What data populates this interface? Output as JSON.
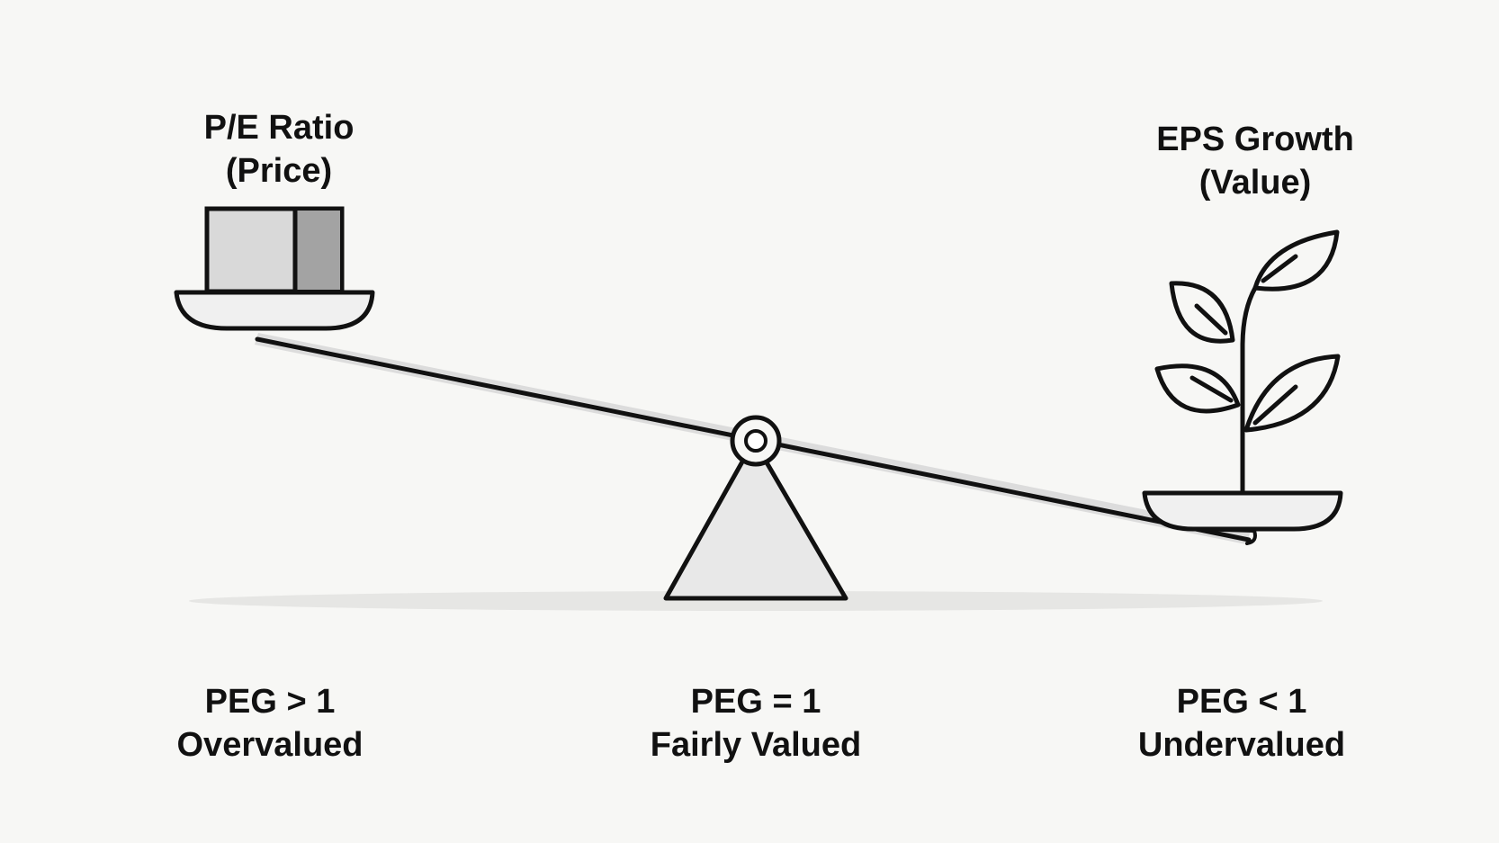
{
  "left_weight": {
    "line1": "P/E Ratio",
    "line2": "(Price)",
    "icon": "price-block-icon"
  },
  "right_weight": {
    "line1": "EPS Growth",
    "line2": "(Value)",
    "icon": "plant-sprout-icon"
  },
  "outcomes": {
    "overvalued": {
      "line1": "PEG > 1",
      "line2": "Overvalued"
    },
    "fair": {
      "line1": "PEG = 1",
      "line2": "Fairly Valued"
    },
    "undervalued": {
      "line1": "PEG < 1",
      "line2": "Undervalued"
    }
  },
  "colors": {
    "background": "#f7f7f5",
    "stroke": "#111111",
    "fill_light": "#e3e3e3",
    "fill_dark": "#9a9a9a"
  }
}
